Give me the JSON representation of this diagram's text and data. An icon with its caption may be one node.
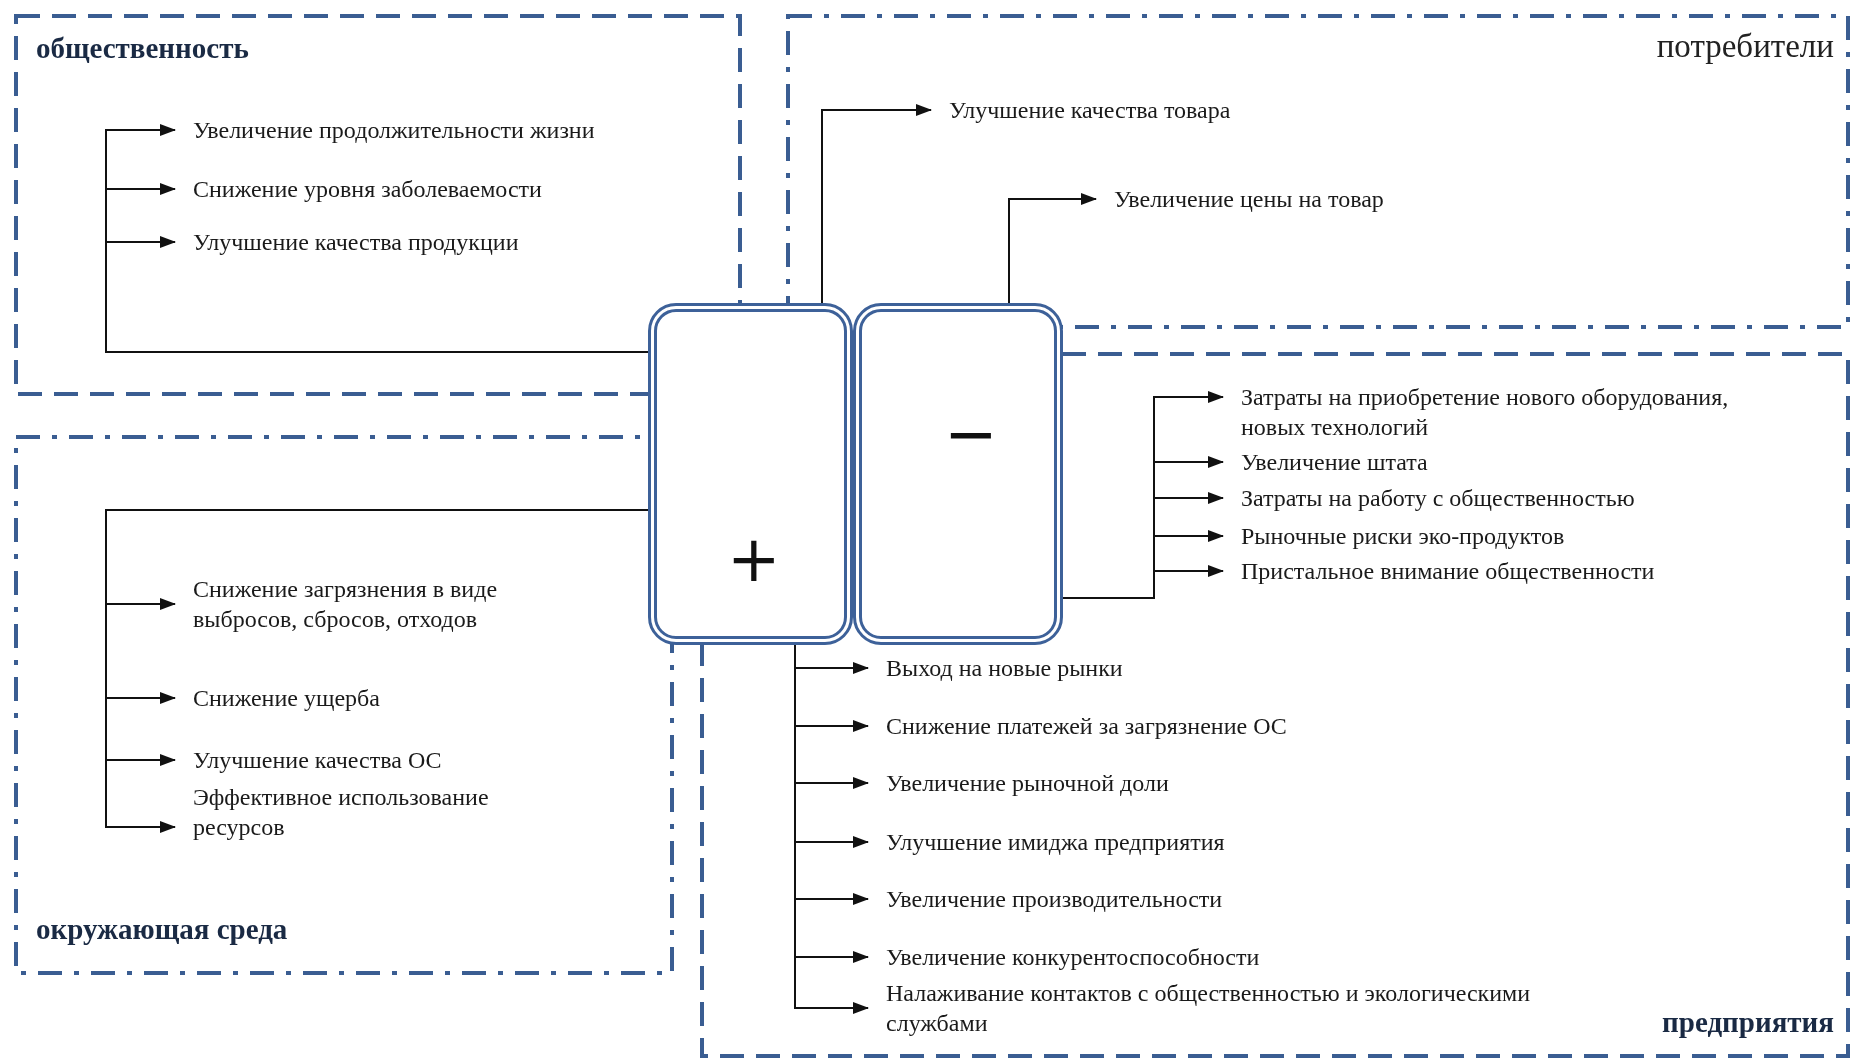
{
  "diagram": {
    "nodes": [
      {
        "text": [
          "общественность"
        ]
      },
      {
        "text": [
          "Увеличение продолжительности жизни"
        ],
        "in": 0
      },
      {
        "text": [
          "Снижение уровня заболеваемости"
        ],
        "in": 0
      },
      {
        "text": [
          "Улучшение качества продукции"
        ],
        "in": 0
      },
      {
        "text": [
          "потребители"
        ]
      },
      {
        "text": [
          "Улучшение качества товара"
        ],
        "in": 4
      },
      {
        "text": [
          "Увеличение цены на товар"
        ],
        "in": 4
      },
      {
        "text": [
          "+"
        ]
      },
      {
        "text": [
          "−"
        ]
      },
      {
        "text": [
          "окружающая среда"
        ]
      },
      {
        "text": [
          "Снижение загрязнения в виде выбросов, сбросов, отходов"
        ],
        "in": 9
      },
      {
        "text": [
          "Снижение ущерба"
        ],
        "in": 9
      },
      {
        "text": [
          "Улучшение качества ОС"
        ],
        "in": 9
      },
      {
        "text": [
          "Эффективное использование ресурсов"
        ],
        "in": 9
      },
      {
        "text": [
          "предприятия"
        ]
      },
      {
        "text": [
          "Затраты на приобретение нового оборудования, новых технологий"
        ],
        "in": 14
      },
      {
        "text": [
          "Увеличение штата"
        ],
        "in": 14
      },
      {
        "text": [
          "Затраты на работу с общественностью"
        ],
        "in": 14
      },
      {
        "text": [
          "Рыночные риски эко-продуктов"
        ],
        "in": 14
      },
      {
        "text": [
          "Пристальное внимание общественности"
        ],
        "in": 14
      },
      {
        "text": [
          "Выход на новые рынки"
        ],
        "in": 14
      },
      {
        "text": [
          "Снижение платежей за загрязнение ОС"
        ],
        "in": 14
      },
      {
        "text": [
          "Увеличение рыночной доли"
        ],
        "in": 14
      },
      {
        "text": [
          "Улучшение имиджа предприятия"
        ],
        "in": 14
      },
      {
        "text": [
          "Увеличение производительности"
        ],
        "in": 14
      },
      {
        "text": [
          "Увеличение конкурентоспособности"
        ],
        "in": 14
      },
      {
        "text": [
          "Налаживание контактов с общественностью и экологическими службами"
        ],
        "in": 14
      }
    ],
    "edges": [
      {
        "from": 7,
        "to": 1,
        "arrow": "to"
      },
      {
        "from": 7,
        "to": 2,
        "arrow": "to"
      },
      {
        "from": 7,
        "to": 3,
        "arrow": "to"
      },
      {
        "from": 7,
        "to": 5,
        "arrow": "to"
      },
      {
        "from": 8,
        "to": 6,
        "arrow": "to"
      },
      {
        "from": 7,
        "to": 10,
        "arrow": "to"
      },
      {
        "from": 7,
        "to": 11,
        "arrow": "to"
      },
      {
        "from": 7,
        "to": 12,
        "arrow": "to"
      },
      {
        "from": 7,
        "to": 13,
        "arrow": "to"
      },
      {
        "from": 8,
        "to": 15,
        "arrow": "to"
      },
      {
        "from": 8,
        "to": 16,
        "arrow": "to"
      },
      {
        "from": 8,
        "to": 17,
        "arrow": "to"
      },
      {
        "from": 8,
        "to": 18,
        "arrow": "to"
      },
      {
        "from": 8,
        "to": 19,
        "arrow": "to"
      },
      {
        "from": 7,
        "to": 20,
        "arrow": "to"
      },
      {
        "from": 7,
        "to": 21,
        "arrow": "to"
      },
      {
        "from": 7,
        "to": 22,
        "arrow": "to"
      },
      {
        "from": 7,
        "to": 23,
        "arrow": "to"
      },
      {
        "from": 7,
        "to": 24,
        "arrow": "to"
      },
      {
        "from": 7,
        "to": 25,
        "arrow": "to"
      },
      {
        "from": 7,
        "to": 26,
        "arrow": "to"
      }
    ]
  }
}
